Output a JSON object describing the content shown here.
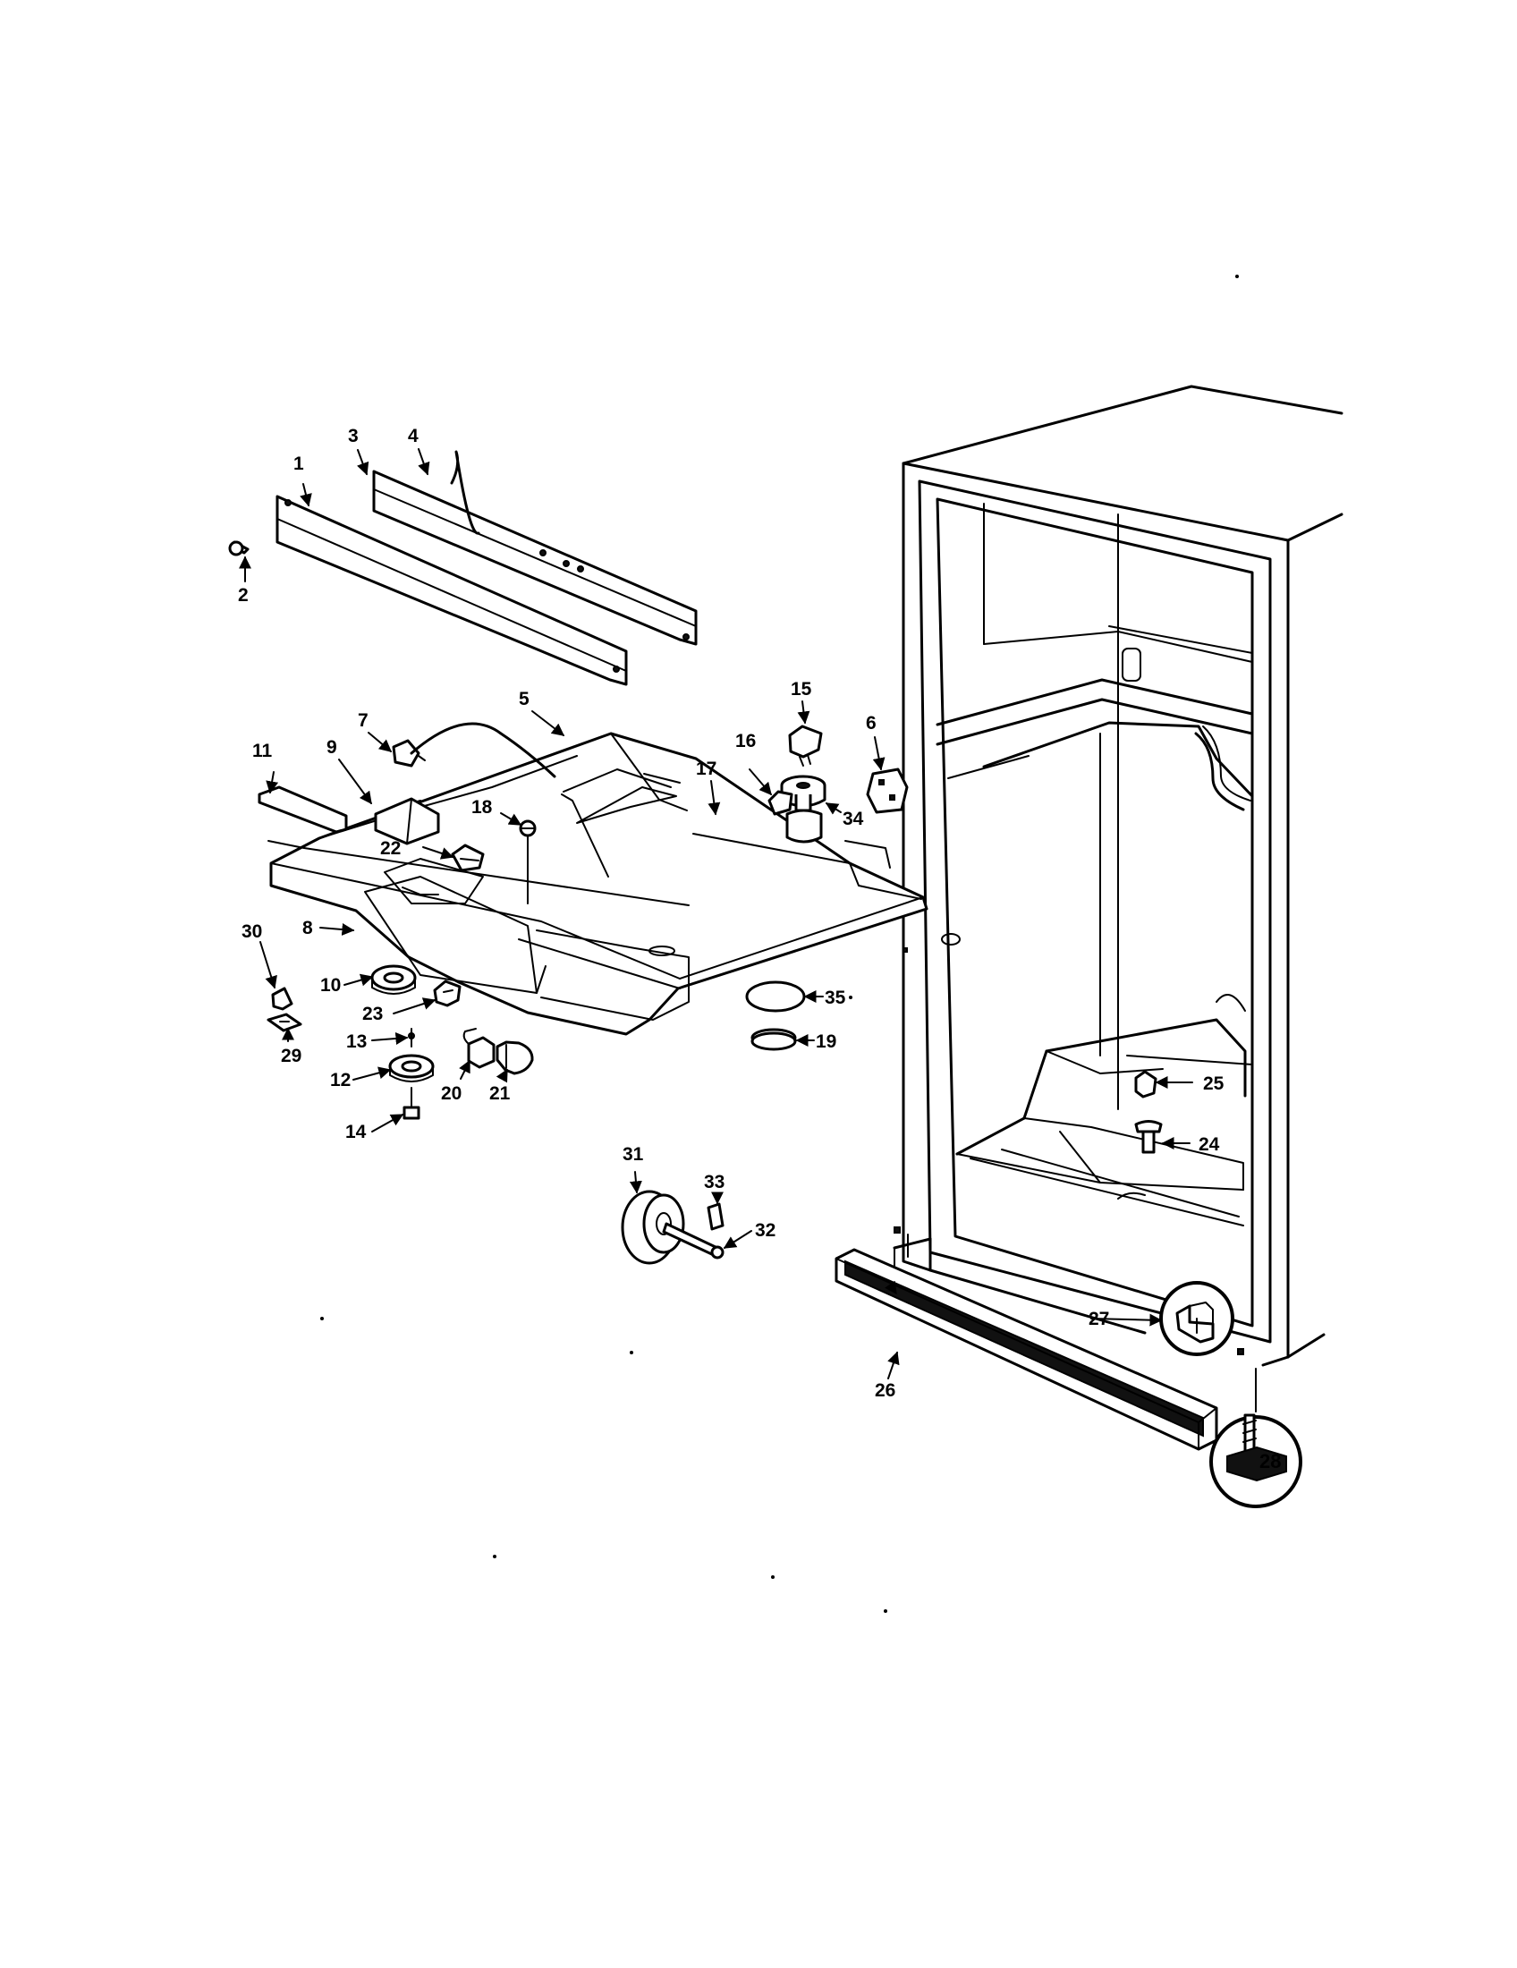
{
  "diagram": {
    "callouts": [
      "1",
      "2",
      "3",
      "4",
      "5",
      "6",
      "7",
      "8",
      "9",
      "10",
      "11",
      "12",
      "13",
      "14",
      "15",
      "16",
      "17",
      "18",
      "19",
      "20",
      "21",
      "22",
      "23",
      "24",
      "25",
      "26",
      "27",
      "28",
      "29",
      "30",
      "31",
      "32",
      "33",
      "34",
      "35"
    ]
  },
  "colors": {
    "line": "#000000",
    "background": "#ffffff"
  }
}
